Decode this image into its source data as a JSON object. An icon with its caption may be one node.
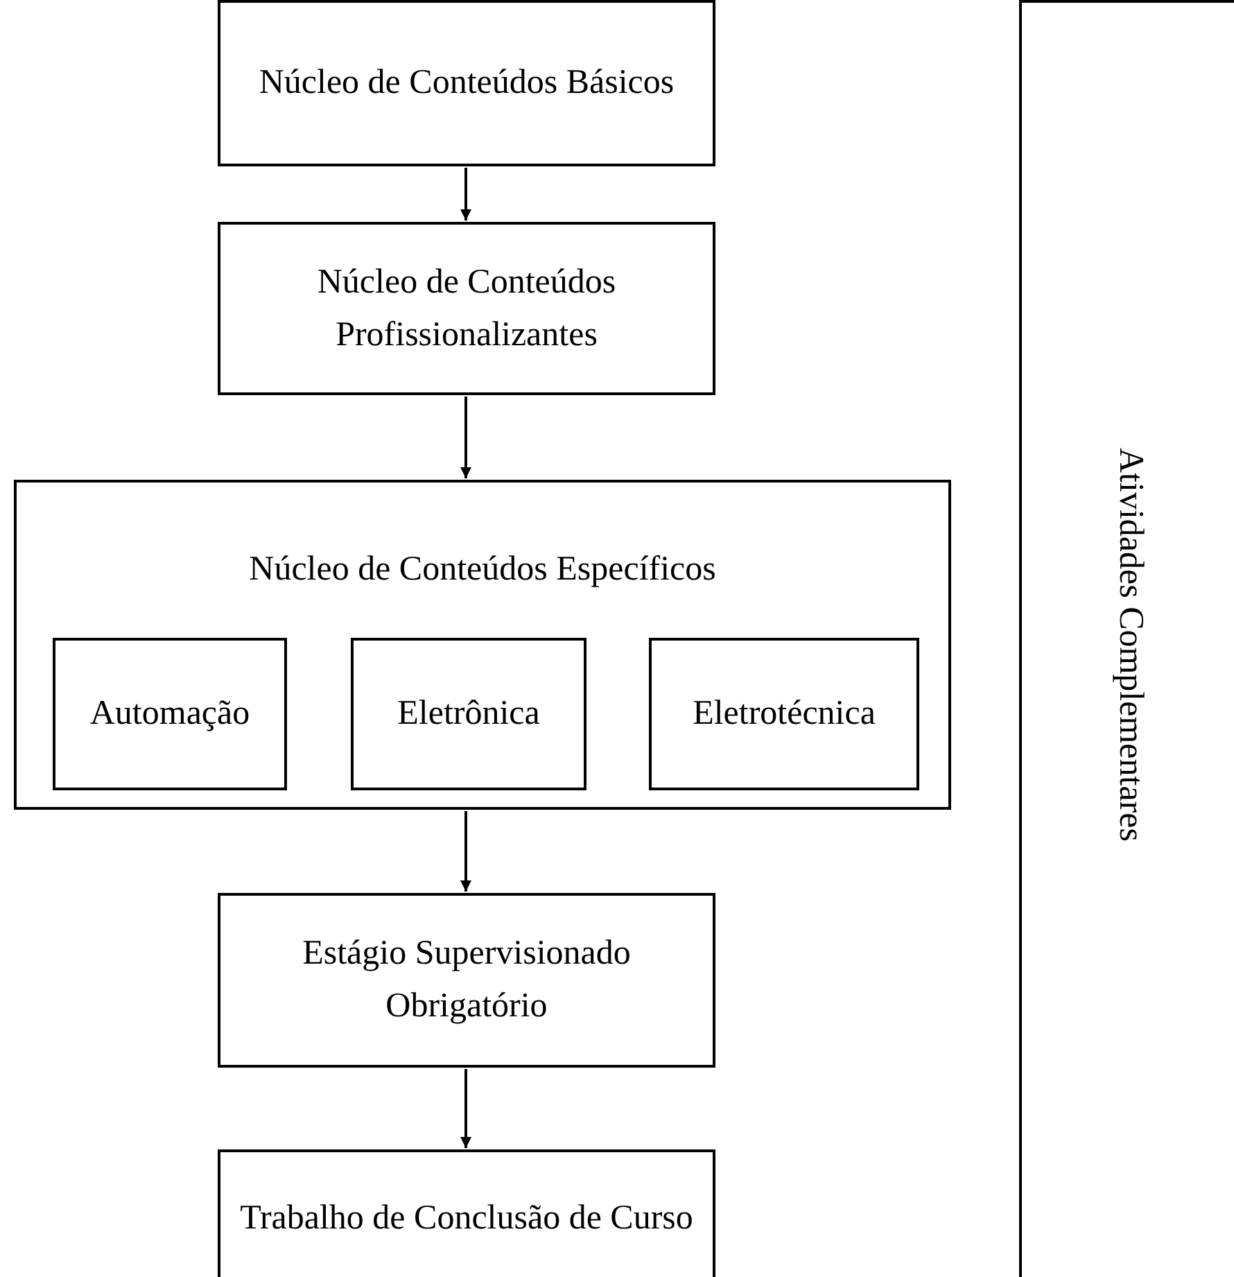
{
  "diagram": {
    "nodes": [
      {
        "text": [
          "Núcleo de Conteúdos Básicos"
        ]
      },
      {
        "text": [
          "Núcleo de Conteúdos Profissionalizantes"
        ]
      },
      {
        "text": [
          "Núcleo de Conteúdos Específicos"
        ]
      },
      {
        "text": [
          "Automação"
        ],
        "in": 2
      },
      {
        "text": [
          "Eletrônica"
        ],
        "in": 2
      },
      {
        "text": [
          "Eletrotécnica"
        ],
        "in": 2
      },
      {
        "text": [
          "Estágio Supervisionado Obrigatório"
        ]
      },
      {
        "text": [
          "Trabalho de Conclusão de Curso"
        ]
      },
      {
        "text": [
          "Atividades Complementares"
        ]
      }
    ],
    "edges": [
      {
        "from": 0,
        "to": 1,
        "arrow": "to"
      },
      {
        "from": 1,
        "to": 2,
        "arrow": "to"
      },
      {
        "from": 2,
        "to": 6,
        "arrow": "to"
      },
      {
        "from": 6,
        "to": 7,
        "arrow": "to"
      }
    ]
  }
}
